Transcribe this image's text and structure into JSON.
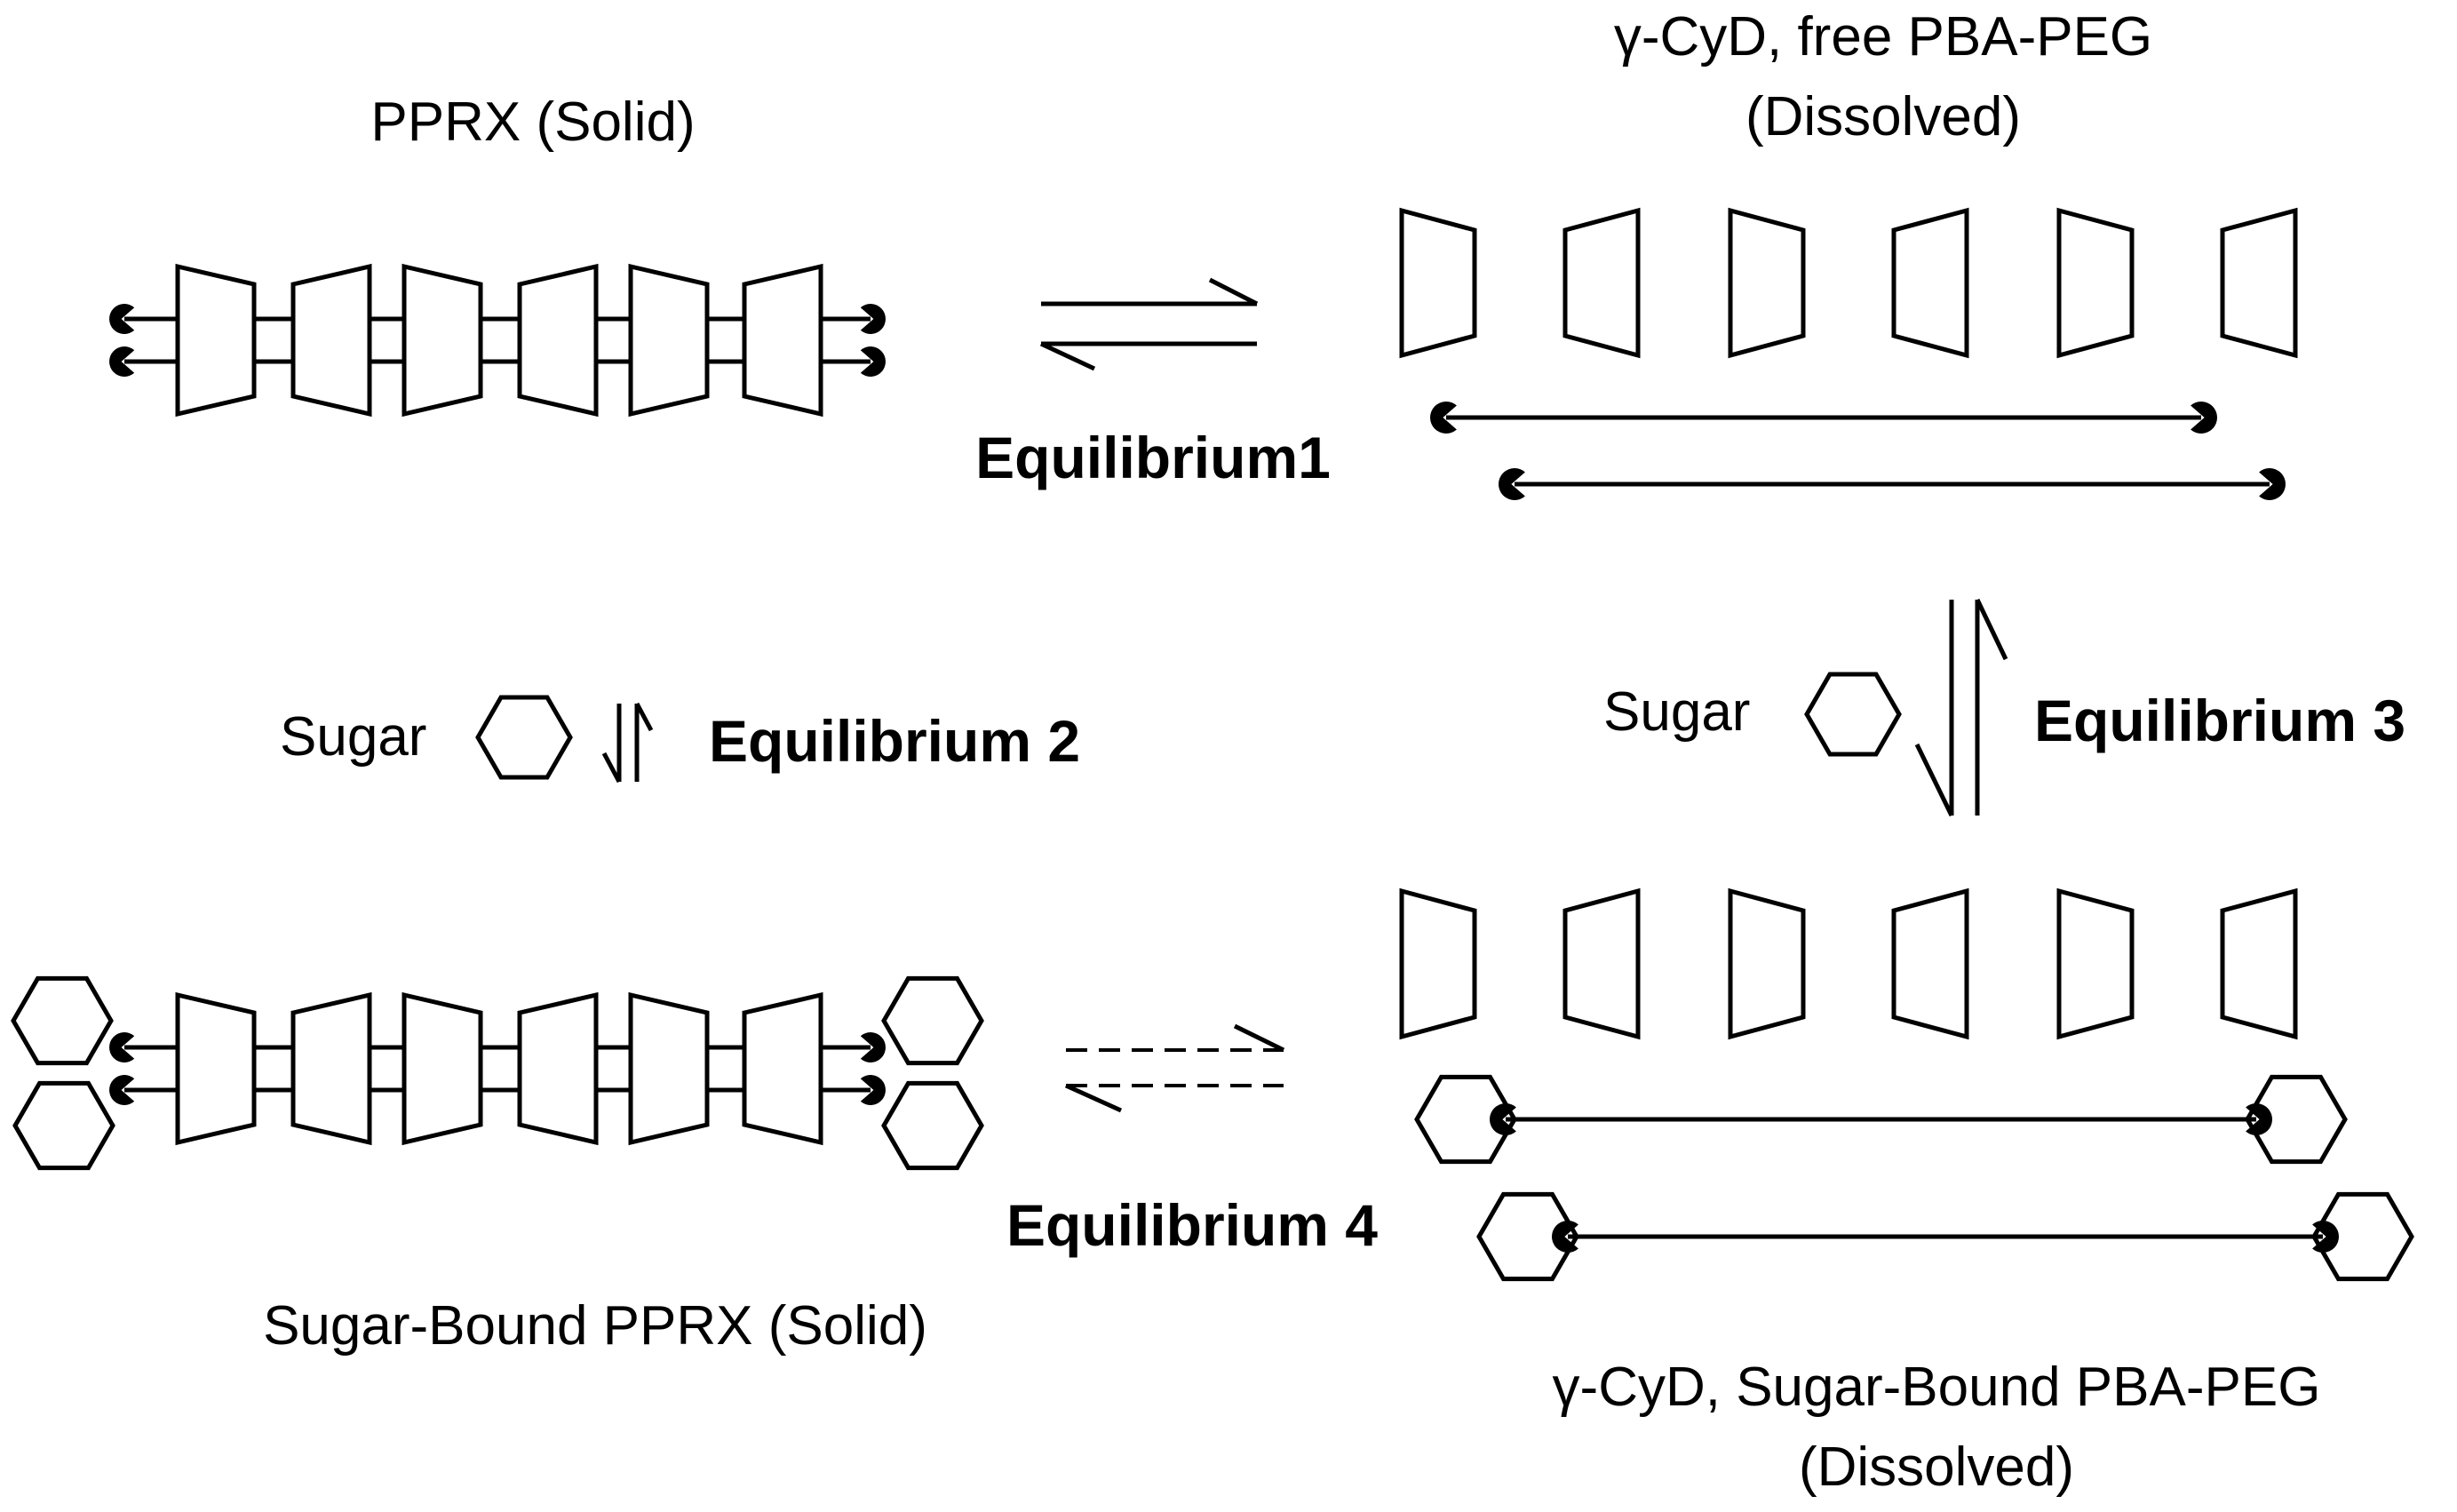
{
  "labels": {
    "pprx_solid": "PPRX (Solid)",
    "free_line1": "γ-CyD, free PBA-PEG",
    "free_line2": "(Dissolved)",
    "eq1": "Equilibrium1",
    "sugar_left": "Sugar",
    "eq2": "Equilibrium 2",
    "sugar_right": "Sugar",
    "eq3": "Equilibrium 3",
    "eq4": "Equilibrium 4",
    "sugar_bound_pprx": "Sugar-Bound PPRX (Solid)",
    "bound_line1": "γ-CyD, Sugar-Bound PBA-PEG",
    "bound_line2": "(Dissolved)"
  }
}
